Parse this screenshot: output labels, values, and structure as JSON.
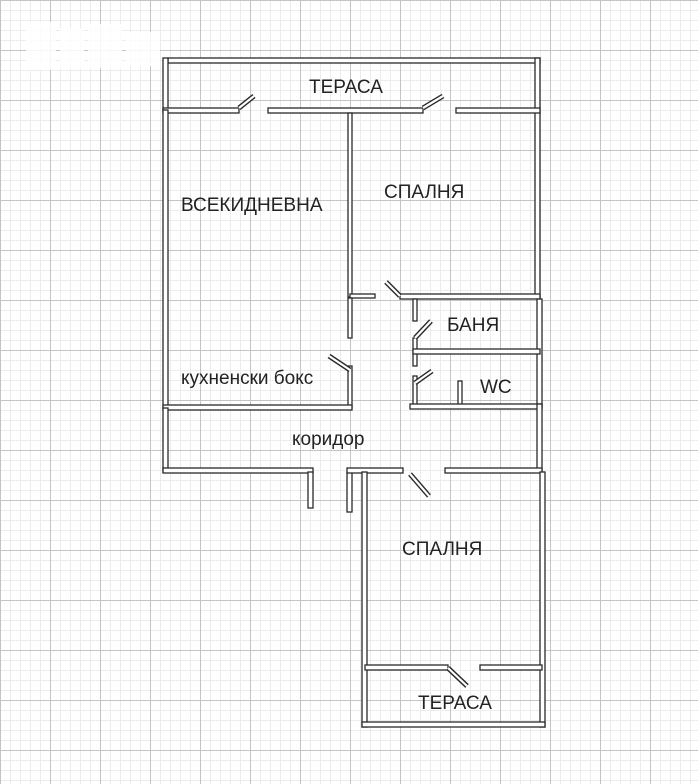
{
  "rooms": {
    "terrace_top": "ТЕРАСА",
    "living_room": "ВСЕКИДНЕВНА",
    "bedroom_top": "СПАЛНЯ",
    "bathroom": "БАНЯ",
    "kitchen": "кухненски бокс",
    "wc": "WC",
    "corridor": "коридор",
    "bedroom_bottom": "СПАЛНЯ",
    "terrace_bottom": "ТЕРАСА"
  }
}
